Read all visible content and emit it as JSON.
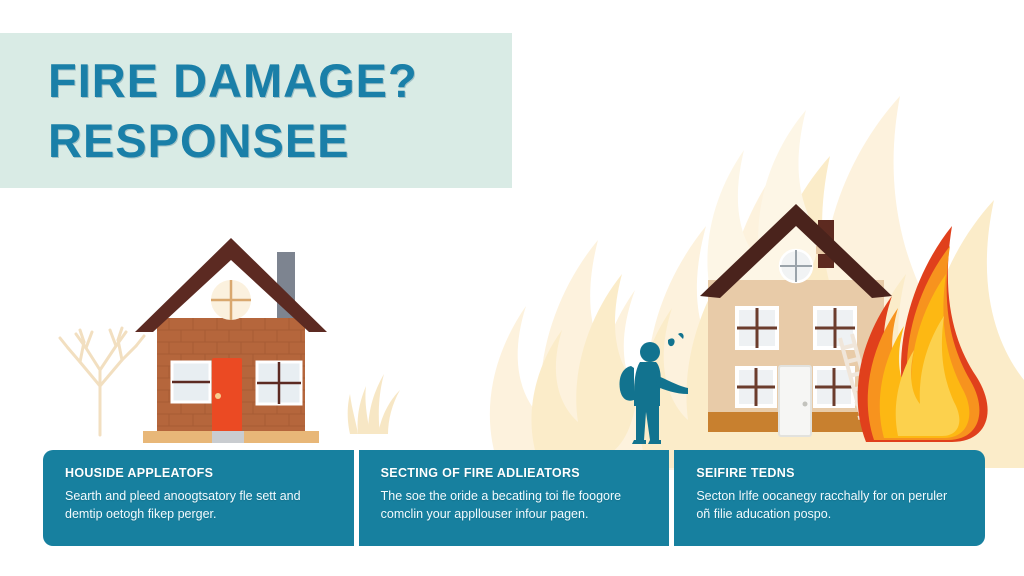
{
  "poster": {
    "background_color": "#ffffff",
    "title_band_color": "#d9ebe5",
    "accent_color": "#1a7fa8",
    "panel_color": "#17809f",
    "flame_colors": {
      "pale": "#fbecc9",
      "pale2": "#fdf3e0",
      "yellow": "#fdb813",
      "orange": "#f7931e",
      "deep_orange": "#ea5a1e",
      "red": "#e0401c"
    }
  },
  "header": {
    "line1": "FIRE DAMAGE?",
    "line2": "RESPONSEE"
  },
  "illustration": {
    "left_scene_name": "brick-house-intact",
    "right_scene_name": "house-on-fire-with-firefighter",
    "left_house": {
      "wall_color": "#b5663c",
      "roof_color": "#5c2a22",
      "door_color": "#eb4a23",
      "chimney_color": "#7d8490",
      "window_color": "#e8eef2",
      "foundation_color": "#e8b778"
    },
    "right_house": {
      "wall_color": "#e8cba8",
      "roof_color": "#4a231c",
      "door_color": "#f3f3f1",
      "base_color": "#c8802f",
      "ladder_color": "#f0e6da"
    },
    "firefighter_color": "#12738f",
    "tree_color": "#f2dfc0",
    "grass_color": "#f6e3bc"
  },
  "panels": [
    {
      "title": "HOUSIDE APPLEATOFS",
      "body": "Searth and pleed anoogtsatory fle sett and demtip oetogh fikep perger."
    },
    {
      "title": "SECTING OF FIRE ADLIEATORS",
      "body": "The soe the oride a becatling toi fle foogore comclin your appllouser infour pagen."
    },
    {
      "title": "SEIFIRE TEDNS",
      "body": "Secton lrlfe oocanegy racchally for on peruler oñ filie aducation pospo."
    }
  ]
}
